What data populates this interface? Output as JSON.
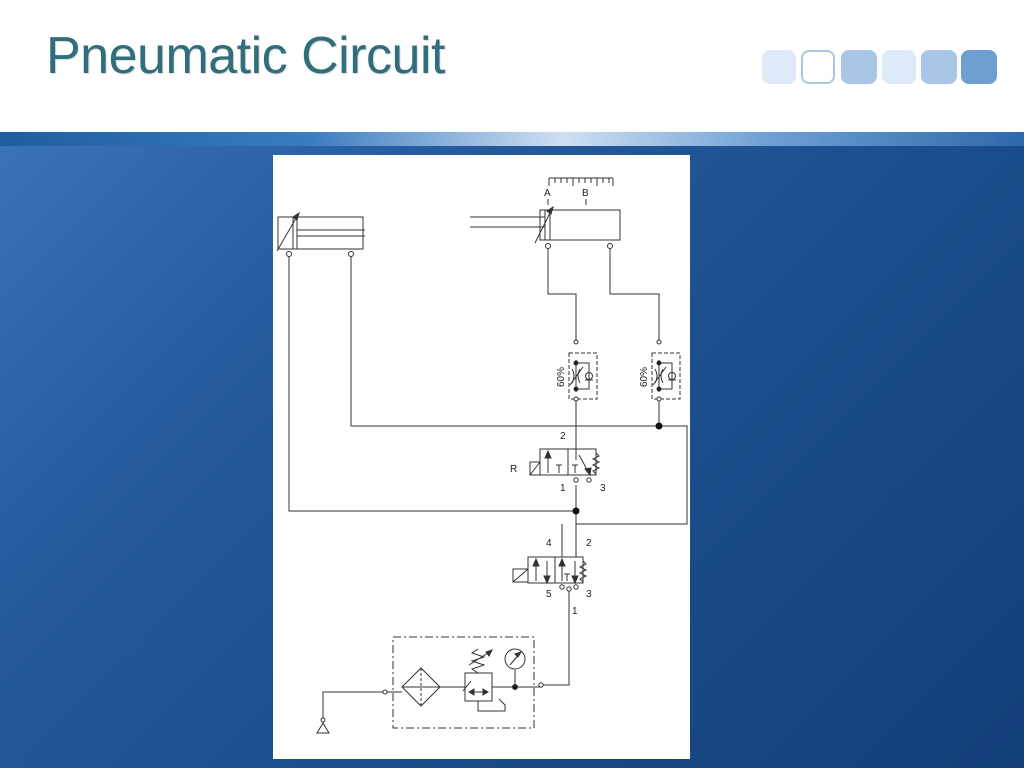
{
  "slide": {
    "title": "Pneumatic Circuit",
    "accent_color": "#2f6e7a",
    "background_color": "#1b4d8c"
  },
  "decoration": {
    "squares": [
      "#dde9f6",
      "#ffffff",
      "#a9c6e6",
      "#dde9f6",
      "#a9c6e6",
      "#6e9fd2"
    ]
  },
  "diagram": {
    "labels": {
      "port_a": "A",
      "port_b": "B",
      "flow_left": "60%",
      "flow_right": "60%",
      "v1_port2": "2",
      "v1_reset": "R",
      "v1_port1": "1",
      "v1_port3": "3",
      "v2_port4": "4",
      "v2_port2": "2",
      "v2_port5": "5",
      "v2_port3": "3",
      "v2_port1": "1"
    }
  }
}
